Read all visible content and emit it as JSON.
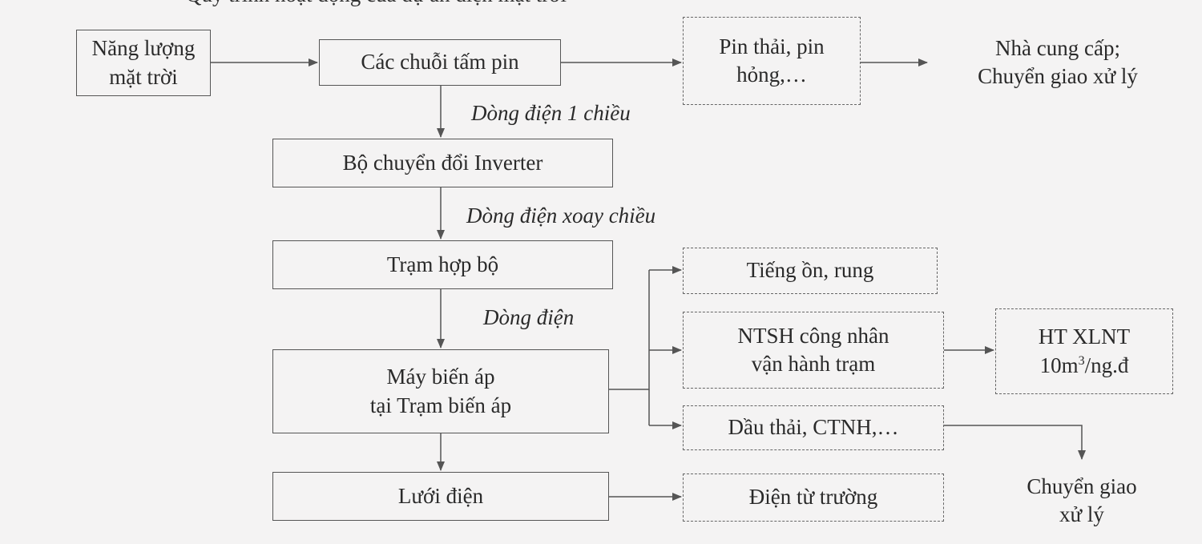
{
  "header_fragment": "Quy trình hoạt động của dự án điện mặt trời",
  "nodes": {
    "solar": [
      "Năng lượng",
      "mặt trời"
    ],
    "panels": "Các chuỗi tấm pin",
    "waste_pin": [
      "Pin thải, pin",
      "hỏng,…"
    ],
    "supplier": [
      "Nhà cung cấp;",
      "Chuyển giao xử lý"
    ],
    "inverter": "Bộ chuyển đổi Inverter",
    "station": "Trạm hợp bộ",
    "transformer": [
      "Máy biến áp",
      "tại Trạm biến áp"
    ],
    "grid": "Lưới điện",
    "noise": "Tiếng ồn, rung",
    "wastewater": [
      "NTSH công nhân",
      "vận hành trạm"
    ],
    "treatment": {
      "line1": "HT XLNT",
      "line2_pre": "10m",
      "line2_sup": "3",
      "line2_post": "/ng.đ"
    },
    "oil": "Dầu thải, CTNH,…",
    "transfer": [
      "Chuyển giao",
      "xử lý"
    ],
    "emf": "Điện từ trường"
  },
  "flow_labels": {
    "dc": "Dòng điện 1 chiều",
    "ac": "Dòng điện xoay chiều",
    "current": "Dòng điện"
  },
  "colors": {
    "line": "#555555",
    "text": "#2a2a2a",
    "background": "#f4f3f3"
  }
}
